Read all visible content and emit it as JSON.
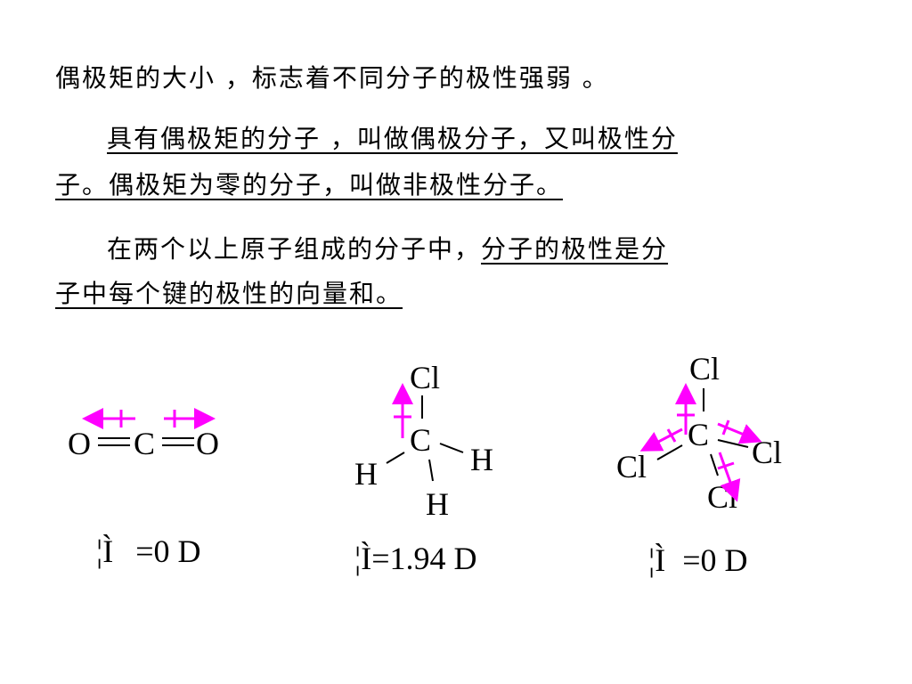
{
  "text": {
    "line1": "偶极矩的大小 ，标志着不同分子的极性强弱 。",
    "p2_line1": "具有偶极矩的分子 ，叫做偶极分子，又叫极性分",
    "p2_line2": "子。偶极矩为零的分子，叫做非极性分子。",
    "p3_line1_plain": "在两个以上原子组成的分子中，",
    "p3_line1_underlined": "分子的极性是分",
    "p3_line2": "子中每个键的极性的向量和。"
  },
  "molecules": {
    "co2": {
      "atoms": [
        "O",
        "C",
        "O"
      ],
      "dipole": "=0 D"
    },
    "chcl3": {
      "top": "Cl",
      "center": "C",
      "left": "H",
      "right": "H",
      "bottom": "H",
      "dipole": "=1.94 D"
    },
    "ccl4": {
      "top": "Cl",
      "center": "C",
      "left": "Cl",
      "right": "Cl",
      "bottom": "Cl",
      "dipole": "=0 D"
    }
  },
  "mu_symbol": "¦Ì",
  "colors": {
    "arrow": "#ff00ff",
    "text": "#000000"
  }
}
